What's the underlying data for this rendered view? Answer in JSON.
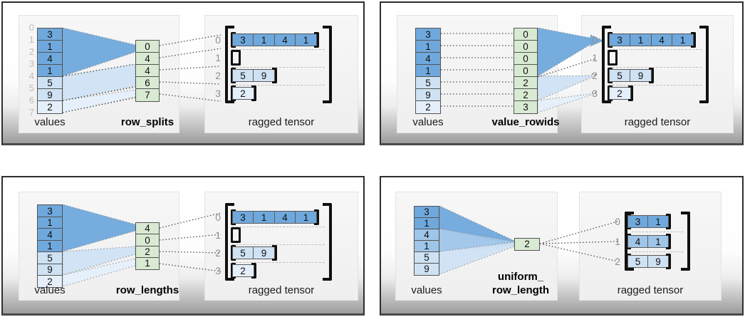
{
  "colors": {
    "dark": "#6fa8dc",
    "medium": "#9fc5e8",
    "light": "#cfe2f3",
    "lighter": "#e4effa",
    "green": "#d9ead3"
  },
  "quadrants": [
    {
      "id": "row-splits",
      "values_label": "values",
      "method_label_lines": [
        "row_splits"
      ],
      "ragged_label": "ragged tensor",
      "value_indices": [
        "0",
        "1",
        "2",
        "3",
        "4",
        "5",
        "6",
        "7"
      ],
      "values": [
        {
          "v": "3",
          "shade": "dark"
        },
        {
          "v": "1",
          "shade": "dark"
        },
        {
          "v": "4",
          "shade": "dark"
        },
        {
          "v": "1",
          "shade": "dark"
        },
        {
          "v": "5",
          "shade": "light"
        },
        {
          "v": "9",
          "shade": "light"
        },
        {
          "v": "2",
          "shade": "lighter"
        }
      ],
      "method_cells": [
        "0",
        "4",
        "4",
        "6",
        "7"
      ],
      "ragged_rows": [
        {
          "index": "0",
          "cells": [
            {
              "v": "3",
              "shade": "dark"
            },
            {
              "v": "1",
              "shade": "dark"
            },
            {
              "v": "4",
              "shade": "dark"
            },
            {
              "v": "1",
              "shade": "dark"
            }
          ]
        },
        {
          "index": "1",
          "cells": []
        },
        {
          "index": "2",
          "cells": [
            {
              "v": "5",
              "shade": "light"
            },
            {
              "v": "9",
              "shade": "light"
            }
          ]
        },
        {
          "index": "3",
          "cells": [
            {
              "v": "2",
              "shade": "lighter"
            }
          ]
        }
      ]
    },
    {
      "id": "value-rowids",
      "values_label": "values",
      "method_label_lines": [
        "value_rowids"
      ],
      "ragged_label": "ragged tensor",
      "value_indices": [],
      "values": [
        {
          "v": "3",
          "shade": "dark"
        },
        {
          "v": "1",
          "shade": "dark"
        },
        {
          "v": "4",
          "shade": "dark"
        },
        {
          "v": "1",
          "shade": "dark"
        },
        {
          "v": "5",
          "shade": "light"
        },
        {
          "v": "9",
          "shade": "light"
        },
        {
          "v": "2",
          "shade": "lighter"
        }
      ],
      "method_cells": [
        "0",
        "0",
        "0",
        "0",
        "2",
        "2",
        "3"
      ],
      "ragged_rows": [
        {
          "index": "0",
          "cells": [
            {
              "v": "3",
              "shade": "dark"
            },
            {
              "v": "1",
              "shade": "dark"
            },
            {
              "v": "4",
              "shade": "dark"
            },
            {
              "v": "1",
              "shade": "dark"
            }
          ]
        },
        {
          "index": "1",
          "cells": []
        },
        {
          "index": "2",
          "cells": [
            {
              "v": "5",
              "shade": "light"
            },
            {
              "v": "9",
              "shade": "light"
            }
          ]
        },
        {
          "index": "3",
          "cells": [
            {
              "v": "2",
              "shade": "lighter"
            }
          ]
        }
      ]
    },
    {
      "id": "row-lengths",
      "values_label": "values",
      "method_label_lines": [
        "row_lengths"
      ],
      "ragged_label": "ragged tensor",
      "value_indices": [],
      "values": [
        {
          "v": "3",
          "shade": "dark"
        },
        {
          "v": "1",
          "shade": "dark"
        },
        {
          "v": "4",
          "shade": "dark"
        },
        {
          "v": "1",
          "shade": "dark"
        },
        {
          "v": "5",
          "shade": "light"
        },
        {
          "v": "9",
          "shade": "light"
        },
        {
          "v": "2",
          "shade": "lighter"
        }
      ],
      "method_cells": [
        "4",
        "0",
        "2",
        "1"
      ],
      "ragged_rows": [
        {
          "index": "0",
          "cells": [
            {
              "v": "3",
              "shade": "dark"
            },
            {
              "v": "1",
              "shade": "dark"
            },
            {
              "v": "4",
              "shade": "dark"
            },
            {
              "v": "1",
              "shade": "dark"
            }
          ]
        },
        {
          "index": "1",
          "cells": []
        },
        {
          "index": "2",
          "cells": [
            {
              "v": "5",
              "shade": "light"
            },
            {
              "v": "9",
              "shade": "light"
            }
          ]
        },
        {
          "index": "3",
          "cells": [
            {
              "v": "2",
              "shade": "lighter"
            }
          ]
        }
      ]
    },
    {
      "id": "uniform-row-length",
      "values_label": "values",
      "method_label_lines": [
        "uniform_",
        "row_length"
      ],
      "ragged_label": "ragged tensor",
      "value_indices": [],
      "values": [
        {
          "v": "3",
          "shade": "dark"
        },
        {
          "v": "1",
          "shade": "dark"
        },
        {
          "v": "4",
          "shade": "medium"
        },
        {
          "v": "1",
          "shade": "medium"
        },
        {
          "v": "5",
          "shade": "light"
        },
        {
          "v": "9",
          "shade": "light"
        }
      ],
      "method_cells": [
        "2"
      ],
      "ragged_rows": [
        {
          "index": "0",
          "cells": [
            {
              "v": "3",
              "shade": "dark"
            },
            {
              "v": "1",
              "shade": "dark"
            }
          ]
        },
        {
          "index": "1",
          "cells": [
            {
              "v": "4",
              "shade": "medium"
            },
            {
              "v": "1",
              "shade": "medium"
            }
          ]
        },
        {
          "index": "2",
          "cells": [
            {
              "v": "5",
              "shade": "light"
            },
            {
              "v": "9",
              "shade": "light"
            }
          ]
        }
      ]
    }
  ]
}
